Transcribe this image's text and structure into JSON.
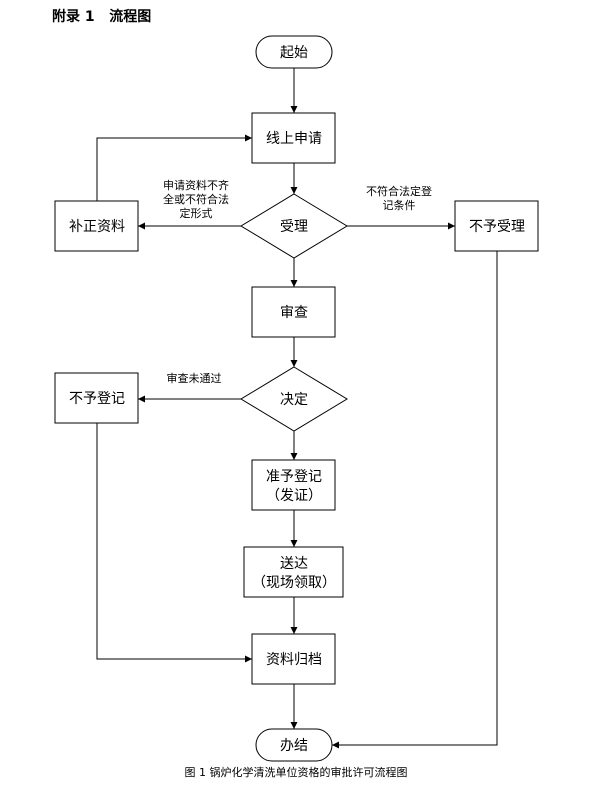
{
  "header": {
    "appendix": "附录 1",
    "title": "流程图"
  },
  "caption": "图 1 锅炉化学清洗单位资格的审批许可流程图",
  "nodes": {
    "start": "起始",
    "apply": "线上申请",
    "accept": "受理",
    "supplement": "补正资料",
    "reject_accept": "不予受理",
    "review": "审查",
    "decide": "决定",
    "reject_register": "不予登记",
    "approve": [
      "准予登记",
      "（发证）"
    ],
    "deliver": [
      "送达",
      "（现场领取）"
    ],
    "archive": "资料归档",
    "end": "办结"
  },
  "edge_labels": {
    "incomplete": [
      "申请资料不齐",
      "全或不符合法",
      "定形式"
    ],
    "not_qualified": [
      "不符合法定登",
      "记条件"
    ],
    "review_failed": "审查未通过"
  }
}
